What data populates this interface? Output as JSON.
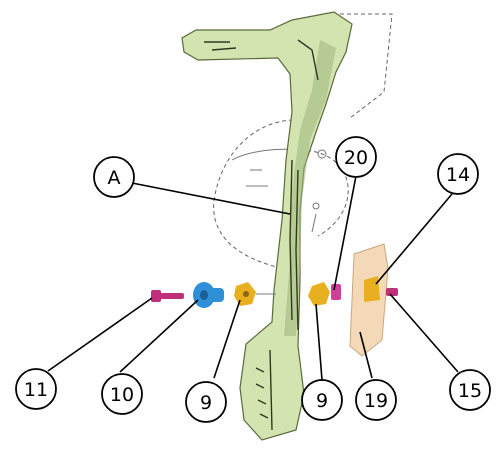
{
  "callouts": [
    {
      "id": "A",
      "label": "A"
    },
    {
      "id": "20",
      "label": "20"
    },
    {
      "id": "14",
      "label": "14"
    },
    {
      "id": "11",
      "label": "11"
    },
    {
      "id": "10",
      "label": "10"
    },
    {
      "id": "9a",
      "label": "9"
    },
    {
      "id": "9b",
      "label": "9"
    },
    {
      "id": "19",
      "label": "19"
    },
    {
      "id": "15",
      "label": "15"
    }
  ],
  "colors": {
    "bracket_fill": "#d3e4b1",
    "bolt_11": "#c0307a",
    "washer_10": "#2f8fd6",
    "nut_9": "#e8b020",
    "spacer_20": "#d0409a",
    "plate_19": "#f3d9b8",
    "screw_15": "#c0307a"
  }
}
